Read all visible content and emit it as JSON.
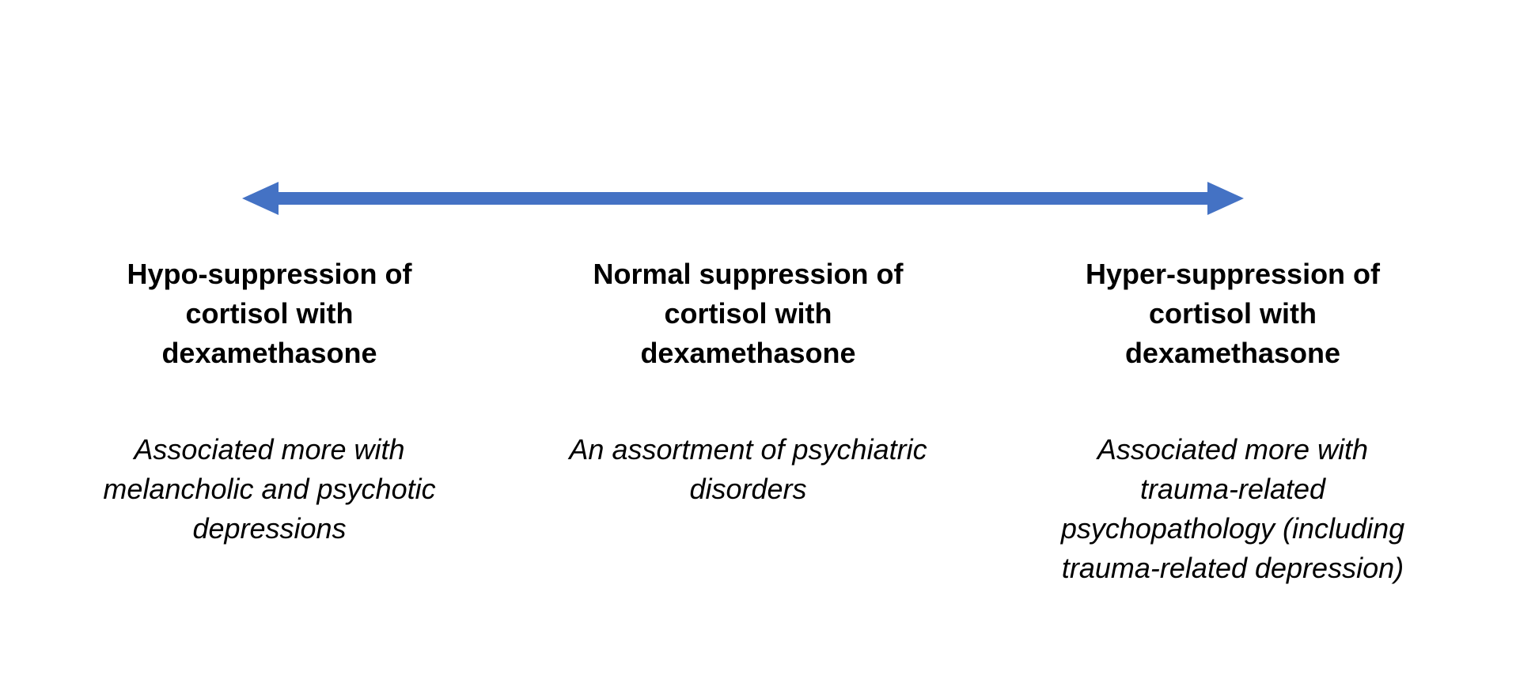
{
  "colors": {
    "arrow": "#4472C4",
    "text": "#000000",
    "background": "#FFFFFF"
  },
  "arrow": {
    "type": "double-headed-horizontal"
  },
  "columns": [
    {
      "heading": "Hypo-suppression of\ncortisol with\ndexamethasone",
      "description": "Associated more with\nmelancholic and psychotic\ndepressions"
    },
    {
      "heading": "Normal suppression of\ncortisol with\ndexamethasone",
      "description": "An assortment of psychiatric\ndisorders"
    },
    {
      "heading": "Hyper-suppression of\ncortisol with\ndexamethasone",
      "description": "Associated more with\ntrauma-related\npsychopathology (including\ntrauma-related depression)"
    }
  ]
}
